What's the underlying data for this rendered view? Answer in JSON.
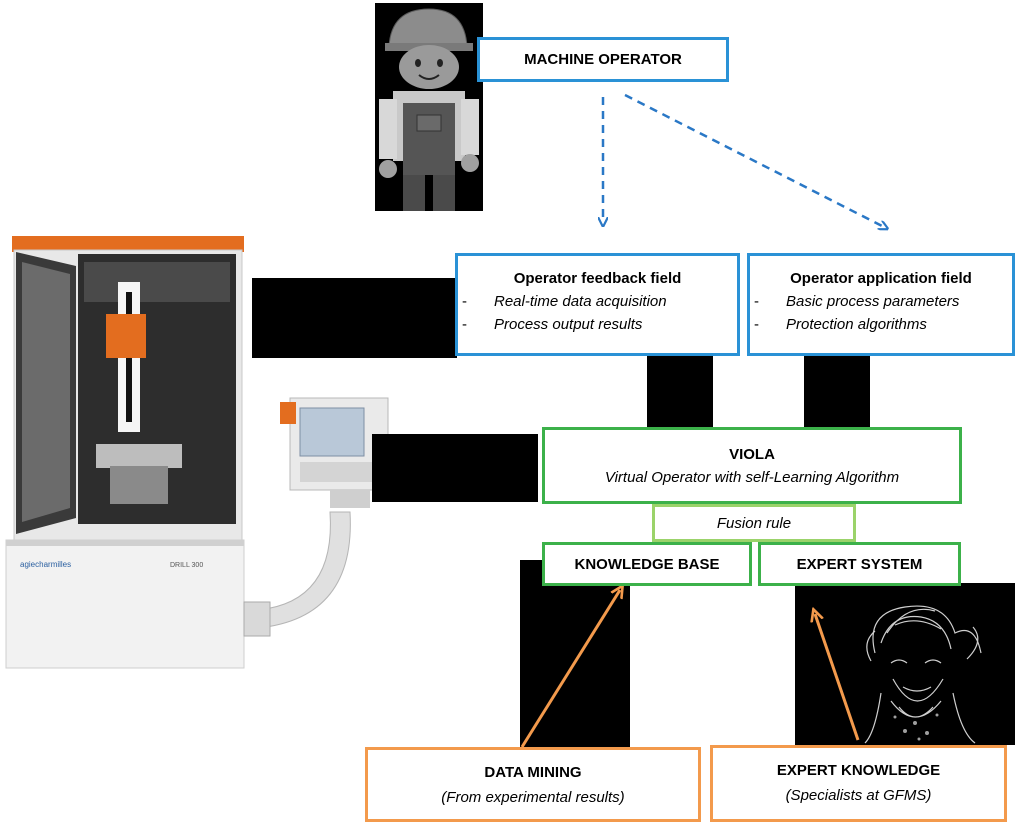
{
  "operator": {
    "label": "MACHINE OPERATOR"
  },
  "feedback": {
    "title": "Operator feedback field",
    "items": [
      "Real-time data acquisition",
      "Process output results"
    ]
  },
  "application": {
    "title": "Operator application field",
    "items": [
      "Basic process parameters",
      "Protection algorithms"
    ]
  },
  "viola": {
    "title": "VIOLA",
    "subtitle": "Virtual Operator with self-Learning Algorithm"
  },
  "fusion": {
    "label": "Fusion rule"
  },
  "knowledge_base": {
    "label": "KNOWLEDGE BASE"
  },
  "expert_system": {
    "label": "EXPERT SYSTEM"
  },
  "data_mining": {
    "title": "DATA MINING",
    "subtitle": "(From experimental results)"
  },
  "expert_knowledge": {
    "title": "EXPERT KNOWLEDGE",
    "subtitle": "(Specialists at GFMS)"
  },
  "machine": {
    "brand": "agiecharmilles",
    "model": "DRILL 300"
  },
  "colors": {
    "blue": "#2a92d6",
    "green": "#3cb14a",
    "light_green": "#9bd36a",
    "orange": "#f39a4c",
    "machine_accent": "#e36d1f"
  },
  "icons": [
    "worker-figure-image",
    "edm-drilling-machine-image",
    "scientist-portrait-image"
  ]
}
